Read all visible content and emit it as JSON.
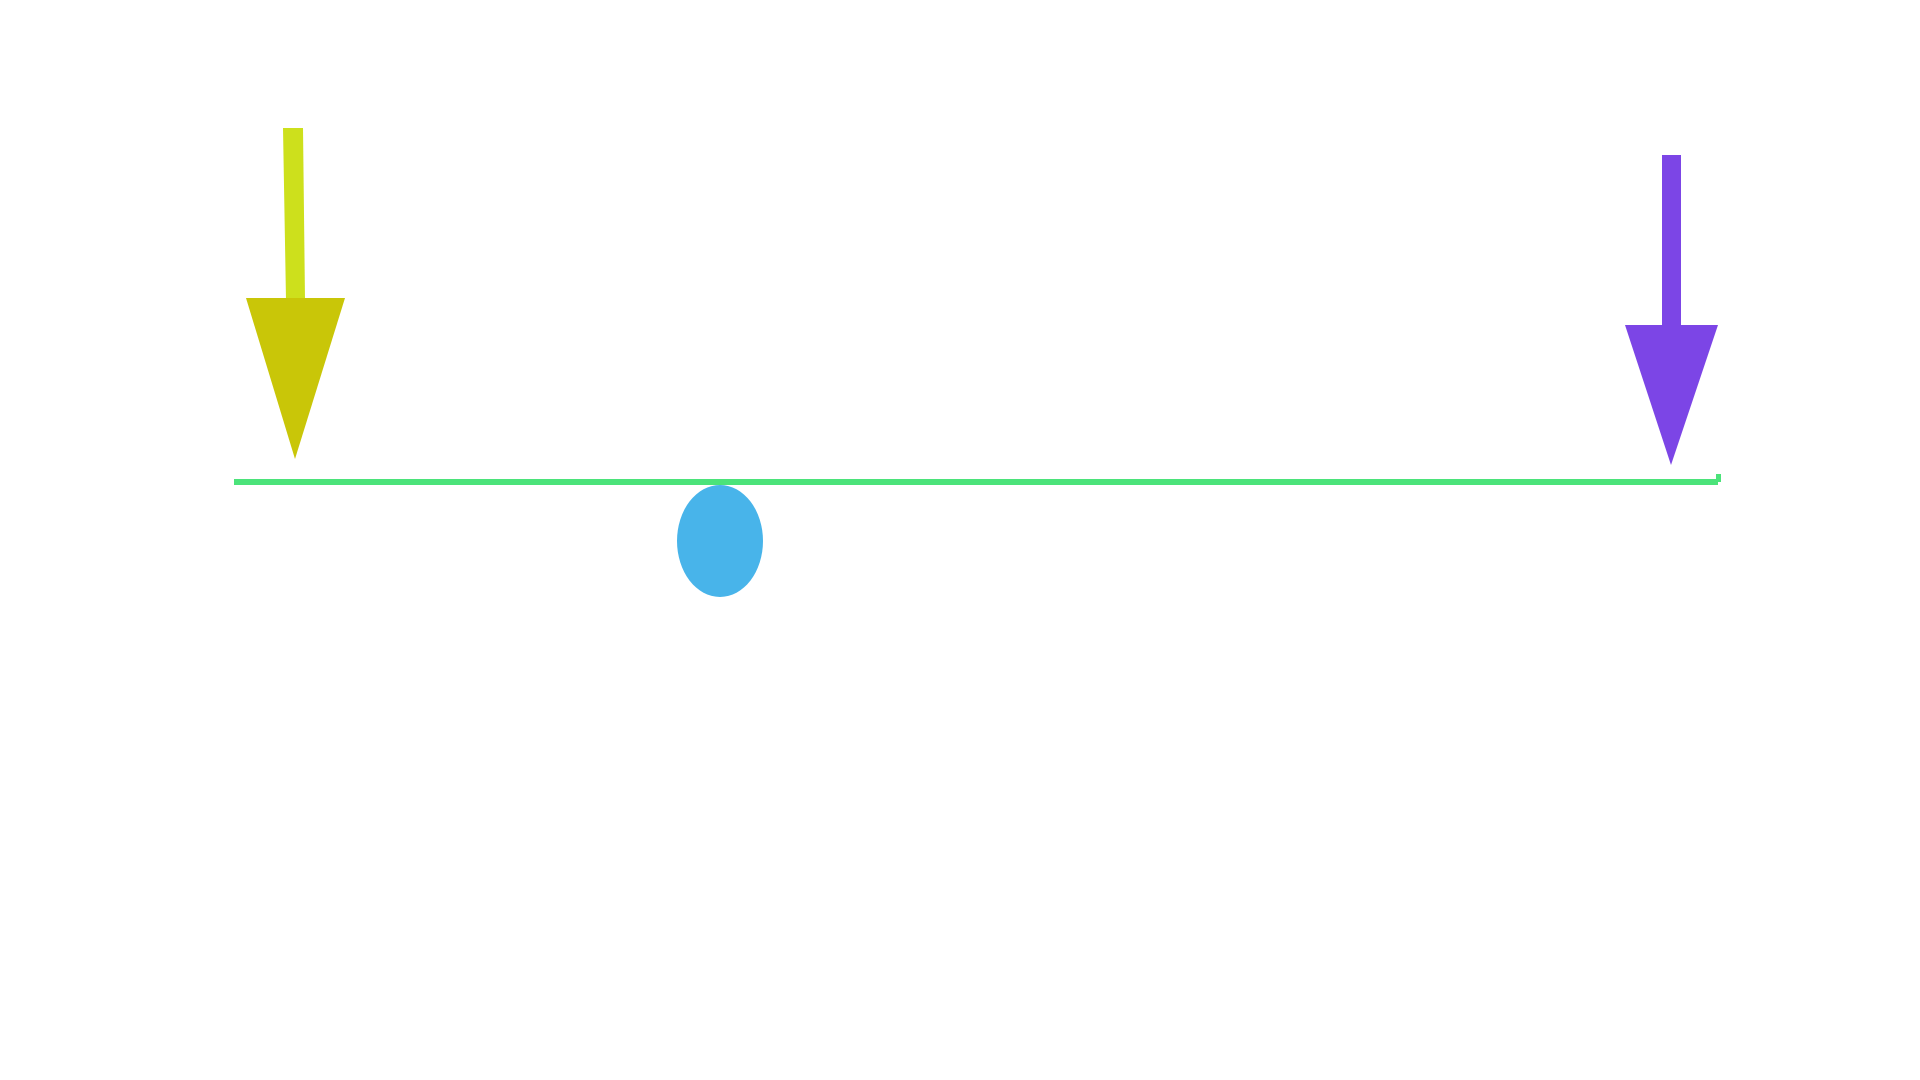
{
  "diagram": {
    "background": "#ffffff",
    "left_arrow": {
      "stem_color": "#cde01c",
      "head_color": "#c9c608",
      "direction": "down"
    },
    "right_arrow": {
      "stem_color": "#7c45e6",
      "head_color": "#7c45e6",
      "direction": "down"
    },
    "beam": {
      "color": "#4be37a"
    },
    "support": {
      "color": "#48b4ea",
      "shape": "ellipse"
    }
  }
}
